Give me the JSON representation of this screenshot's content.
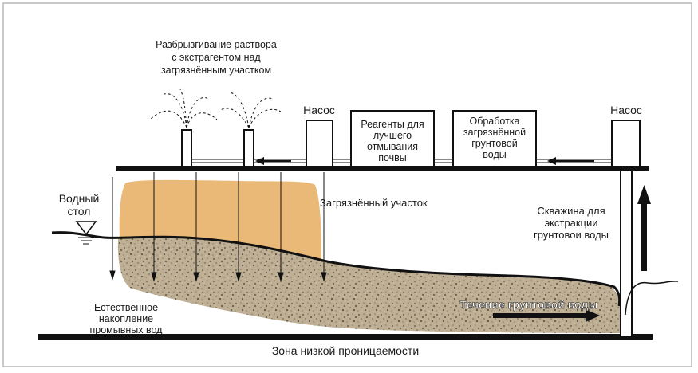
{
  "labels": {
    "spray": [
      "Разбрызгивание  раствора",
      "с экстрагентом над",
      "загрязнённым участком"
    ],
    "pump_left": "Насос",
    "reagents": [
      "Реагенты для",
      "лучшего",
      "отмывания",
      "почвы"
    ],
    "treatment": [
      "Обработка",
      "загрязнённой",
      "грунтовой",
      "воды"
    ],
    "pump_right": "Насос",
    "water_table": [
      "Водный",
      "стол"
    ],
    "contaminated_zone": "Загрязнённый участок",
    "well": [
      "Скважина для",
      "экстракции",
      "грунтовои воды"
    ],
    "natural_accumulation": [
      "Естественное",
      "накопление",
      "промывных вод"
    ],
    "groundwater_flow": "Течение грунтовой воды",
    "low_permeability": "Зона низкой проницаемости"
  },
  "colors": {
    "contamination": "#eab978",
    "soil_base": "#bdae94",
    "line": "#111111",
    "frame": "#c9c9c9"
  }
}
